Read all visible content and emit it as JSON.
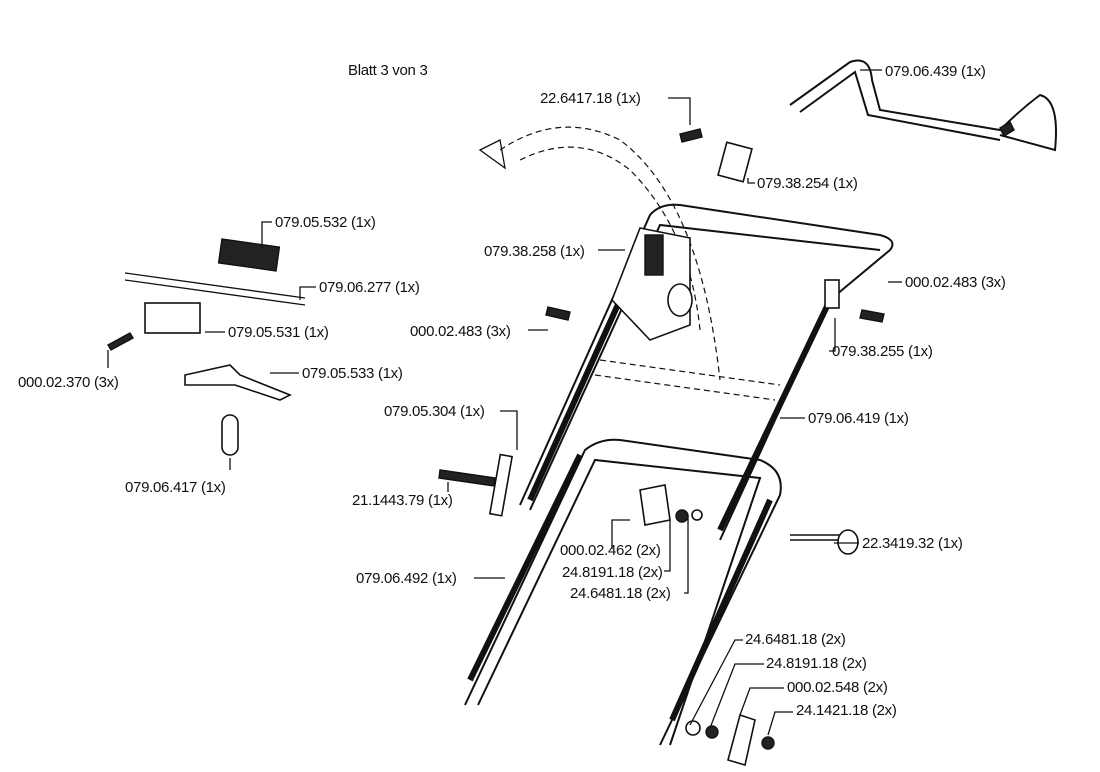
{
  "sheet": "Blatt  3 von 3",
  "parts": [
    {
      "id": "p1",
      "label": "079.06.439 (1x)"
    },
    {
      "id": "p2",
      "label": "22.6417.18  (1x)"
    },
    {
      "id": "p3",
      "label": "079.38.254 (1x)"
    },
    {
      "id": "p4",
      "label": "079.05.532  (1x)"
    },
    {
      "id": "p5",
      "label": "079.38.258 (1x)"
    },
    {
      "id": "p6",
      "label": "079.06.277 (1x)"
    },
    {
      "id": "p7",
      "label": "000.02.483 (3x)"
    },
    {
      "id": "p8",
      "label": "079.05.531  (1x)"
    },
    {
      "id": "p9",
      "label": "000.02.483 (3x)"
    },
    {
      "id": "p10",
      "label": "079.38.255 (1x)"
    },
    {
      "id": "p11",
      "label": "000.02.370 (3x)"
    },
    {
      "id": "p12",
      "label": "079.05.533  (1x)"
    },
    {
      "id": "p13",
      "label": "079.05.304  (1x)"
    },
    {
      "id": "p14",
      "label": "079.06.419  (1x)"
    },
    {
      "id": "p15",
      "label": "079.06.417   (1x)"
    },
    {
      "id": "p16",
      "label": "21.1443.79  (1x)"
    },
    {
      "id": "p17",
      "label": "22.3419.32  (1x)"
    },
    {
      "id": "p18",
      "label": "000.02.462 (2x)"
    },
    {
      "id": "p19",
      "label": "24.8191.18  (2x)"
    },
    {
      "id": "p20",
      "label": "079.06.492  (1x)"
    },
    {
      "id": "p21",
      "label": "24.6481.18  (2x)"
    },
    {
      "id": "p22",
      "label": "24.6481.18  (2x)"
    },
    {
      "id": "p23",
      "label": "24.8191.18  (2x)"
    },
    {
      "id": "p24",
      "label": "000.02.548  (2x)"
    },
    {
      "id": "p25",
      "label": "24.1421.18  (2x)"
    }
  ]
}
